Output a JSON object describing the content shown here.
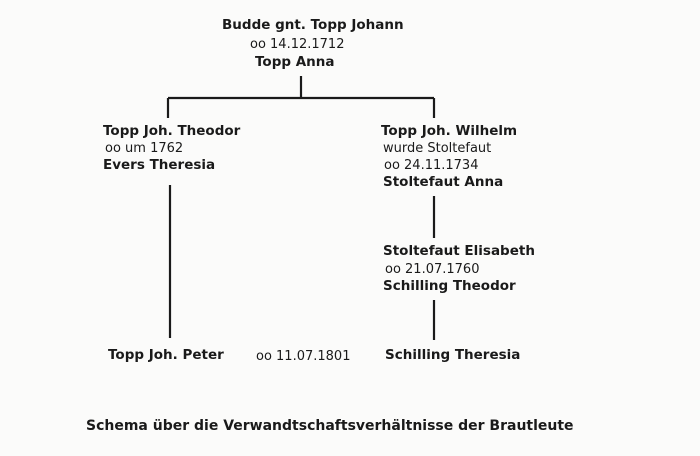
{
  "root": {
    "name": "Budde gnt. Topp Johann",
    "marriage": "oo  14.12.1712",
    "spouse": "Topp  Anna"
  },
  "left_branch": {
    "name": "Topp Joh. Theodor",
    "marriage": "oo  um  1762",
    "spouse": "Evers  Theresia",
    "descendant": "Topp  Joh. Peter"
  },
  "right_branch": {
    "name": "Topp Joh. Wilhelm",
    "note": "wurde Stoltefaut",
    "marriage": "oo  24.11.1734",
    "spouse": "Stoltefaut  Anna",
    "child": {
      "name": "Stoltefaut  Elisabeth",
      "marriage": "oo  21.07.1760",
      "spouse": "Schilling  Theodor"
    },
    "descendant": "Schilling  Theresia"
  },
  "final_marriage": "oo 11.07.1801",
  "caption": "Schema über die Verwandtschaftsverhältnisse der Brautleute"
}
